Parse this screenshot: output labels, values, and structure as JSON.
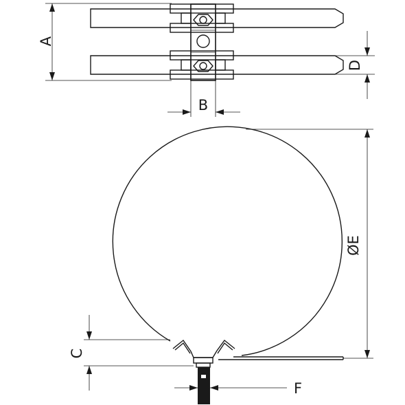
{
  "labels": {
    "a": "A",
    "b": "B",
    "c": "C",
    "d": "D",
    "e": "ØE",
    "f": "F"
  },
  "colors": {
    "line": "#1a1a1a",
    "background": "#ffffff"
  }
}
